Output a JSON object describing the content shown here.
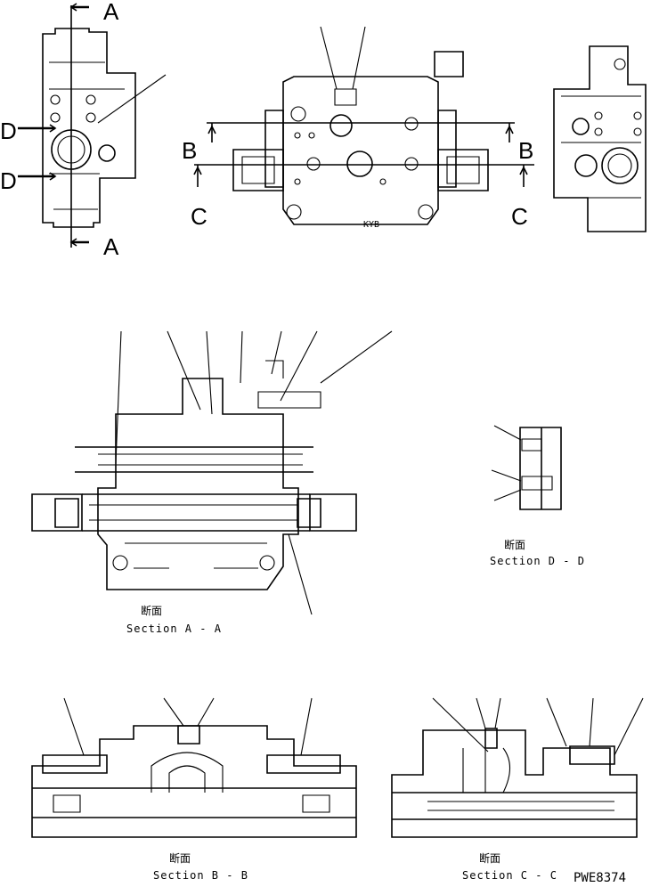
{
  "drawing_id": "PWE8374",
  "view_markers": {
    "A_top": "A",
    "A_bottom": "A",
    "D_upper": "D",
    "D_lower": "D",
    "B_left": "B",
    "B_right": "B",
    "C_left": "C",
    "C_right": "C"
  },
  "section_AA": {
    "jp": "断面",
    "caption": "Section A - A"
  },
  "section_DD": {
    "jp": "断面",
    "caption": "Section D - D"
  },
  "section_BB": {
    "jp": "断面",
    "caption": "Section B - B"
  },
  "section_CC": {
    "jp": "断面",
    "caption": "Section C - C"
  },
  "body_marking": "KYB"
}
